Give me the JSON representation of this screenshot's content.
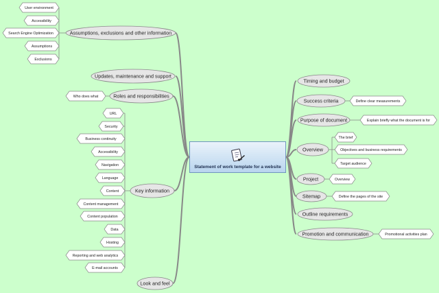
{
  "central": {
    "title": "Statement of work template for a website",
    "icon": "document-pen-icon"
  },
  "left_topics": {
    "assumptions": {
      "label": "Assumptions, exclusions and other information",
      "children": [
        "User environment",
        "Accessibility",
        "Search Engine Optimization",
        "Assumptions",
        "Exclusions"
      ]
    },
    "updates": {
      "label": "Updates, maintenance and support"
    },
    "roles": {
      "label": "Roles and responsibilities",
      "children": [
        "Who does what"
      ]
    },
    "key_info": {
      "label": "Key information",
      "children": [
        "URL",
        "Security",
        "Business continuity",
        "Accessibility",
        "Navigation",
        "Language",
        "Content",
        "Content management",
        "Content population",
        "Data",
        "Hosting",
        "Reporting and web analytics",
        "E-mail accounts"
      ]
    },
    "look": {
      "label": "Look and feel"
    }
  },
  "right_topics": {
    "timing": {
      "label": "Timing and budget"
    },
    "success": {
      "label": "Success criteria",
      "children": [
        "Define clear measurements"
      ]
    },
    "purpose": {
      "label": "Purpose of document",
      "children": [
        "Explain briefly what the document is for"
      ]
    },
    "overview": {
      "label": "Overview",
      "children": [
        "The brief",
        "Objectives and business requirements",
        "Target audience"
      ]
    },
    "project": {
      "label": "Project",
      "children": [
        "Overview"
      ]
    },
    "sitemap": {
      "label": "Sitemap",
      "children": [
        "Define the pages of the site"
      ]
    },
    "outline": {
      "label": "Outline requirements"
    },
    "promotion": {
      "label": "Promotion and communication",
      "children": [
        "Promotional activities plan"
      ]
    }
  },
  "colors": {
    "background": "#ccffcc",
    "topic_fill": "#e6e6e6",
    "branch": "#888888",
    "subtopic_fill": "#ffffff",
    "central_border": "#6f95bd"
  }
}
